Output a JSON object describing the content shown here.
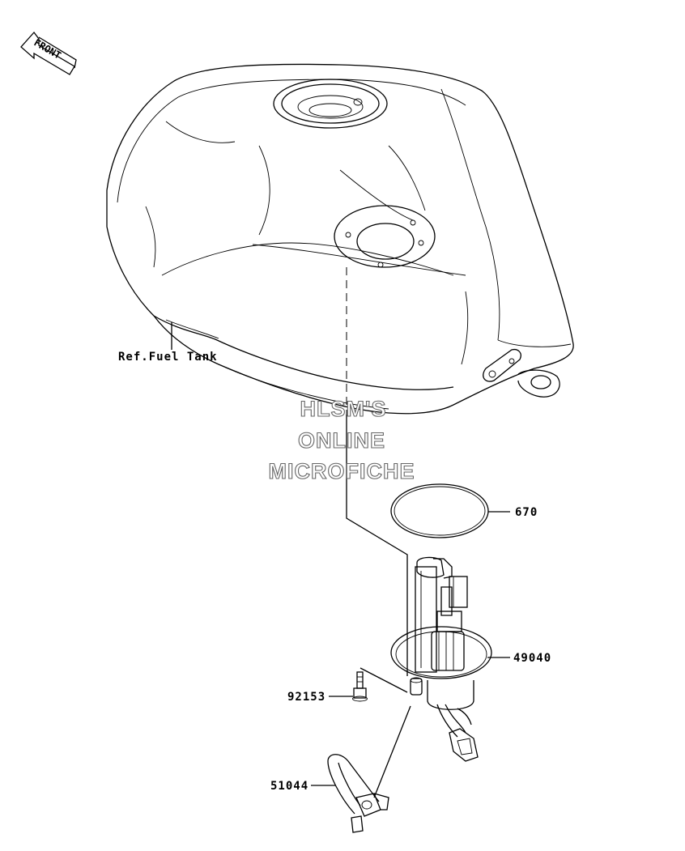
{
  "front_badge": {
    "text": "FRONT"
  },
  "labels": {
    "fuel_tank": "Ref.Fuel Tank",
    "gasket": "670",
    "fuel_pump": "49040",
    "bolt": "92153",
    "hose": "51044"
  },
  "watermark": {
    "line1": "HLSM'S",
    "line2": "ONLINE",
    "line3": "MICROFICHE"
  },
  "colors": {
    "line": "#000000",
    "watermark_outline": "#666666",
    "background": "#ffffff"
  }
}
